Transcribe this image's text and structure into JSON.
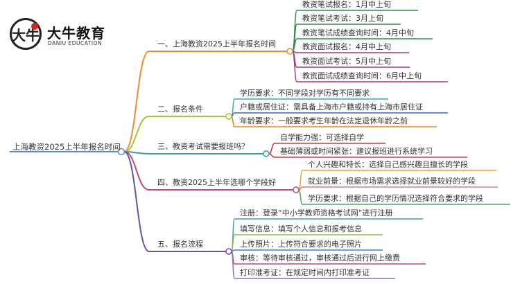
{
  "logo": {
    "mark": "大牛",
    "name": "大牛教育",
    "english": "DANIU EDUCATION"
  },
  "root": {
    "label": "上海教资2025上半年报名时间"
  },
  "colors": {
    "root_line": "#5b8ec9",
    "b1": "#f08a30",
    "b2": "#a3c637",
    "b3": "#3aa0a0",
    "b4": "#c2496f",
    "b5": "#6b4fa8",
    "underline": "#3a78c3"
  },
  "branches": [
    {
      "label": "一、上海教资2025上半年报名时间",
      "leaves": [
        {
          "label": "教资笔试报名：1月中上旬",
          "color": "#2e8b4a"
        },
        {
          "label": "教资笔试考试：3月上旬",
          "color": "#2e8b4a"
        },
        {
          "label": "教资笔试成绩查询时间：4月中旬",
          "color": "#2e8b4a"
        },
        {
          "label": "教资面试报名：4月中上旬",
          "color": "#a6377e"
        },
        {
          "label": "教资面试考试：5月中上旬",
          "color": "#a6377e"
        },
        {
          "label": "教资面试成绩查询时间：6月中上旬",
          "color": "#a6377e"
        }
      ]
    },
    {
      "label": "二、报名条件",
      "leaves": [
        {
          "label": "学历要求：不同学段对学历有不同要求",
          "color": "#3aa7c4"
        },
        {
          "label": "户籍或居住证：需具备上海市户籍或持有上海市居住证",
          "color": "#2f6fb5"
        },
        {
          "label": "年龄要求：一般要求考生年龄在法定退休年龄之前",
          "color": "#e08a1e"
        }
      ]
    },
    {
      "label": "三、教资考试需要报班吗？",
      "leaves": [
        {
          "label": "自学能力强：可选择自学",
          "color": "#d23a3a"
        },
        {
          "label": "基础薄弱或时间紧张：建议报班进行系统学习",
          "color": "#d23a3a"
        }
      ]
    },
    {
      "label": "四、教资2025上半年选哪个学段好",
      "leaves": [
        {
          "label": "个人兴趣和特长：选择自己感兴趣且擅长的学段",
          "color": "#f0a030"
        },
        {
          "label": "就业前景：根据市场需求选择就业前景较好的学段",
          "color": "#e07b8a"
        },
        {
          "label": "学历要求：根据自己的学历情况选择符合要求的学段",
          "color": "#48a86a"
        }
      ]
    },
    {
      "label": "五、报名流程",
      "leaves": [
        {
          "label": "注册：登录“中小学教师资格考试网”进行注册",
          "color": "#3aa0b8"
        },
        {
          "label": "填写信息：填写个人信息和报考信息",
          "color": "#8bc34a"
        },
        {
          "label": "上传照片：上传符合要求的电子照片",
          "color": "#4a7fd0"
        },
        {
          "label": "审核：等待审核通过，审核通过后进行网上缴费",
          "color": "#c2496f"
        },
        {
          "label": "打印准考证：在规定时间内打印准考证",
          "color": "#8e6fc2"
        }
      ]
    }
  ]
}
